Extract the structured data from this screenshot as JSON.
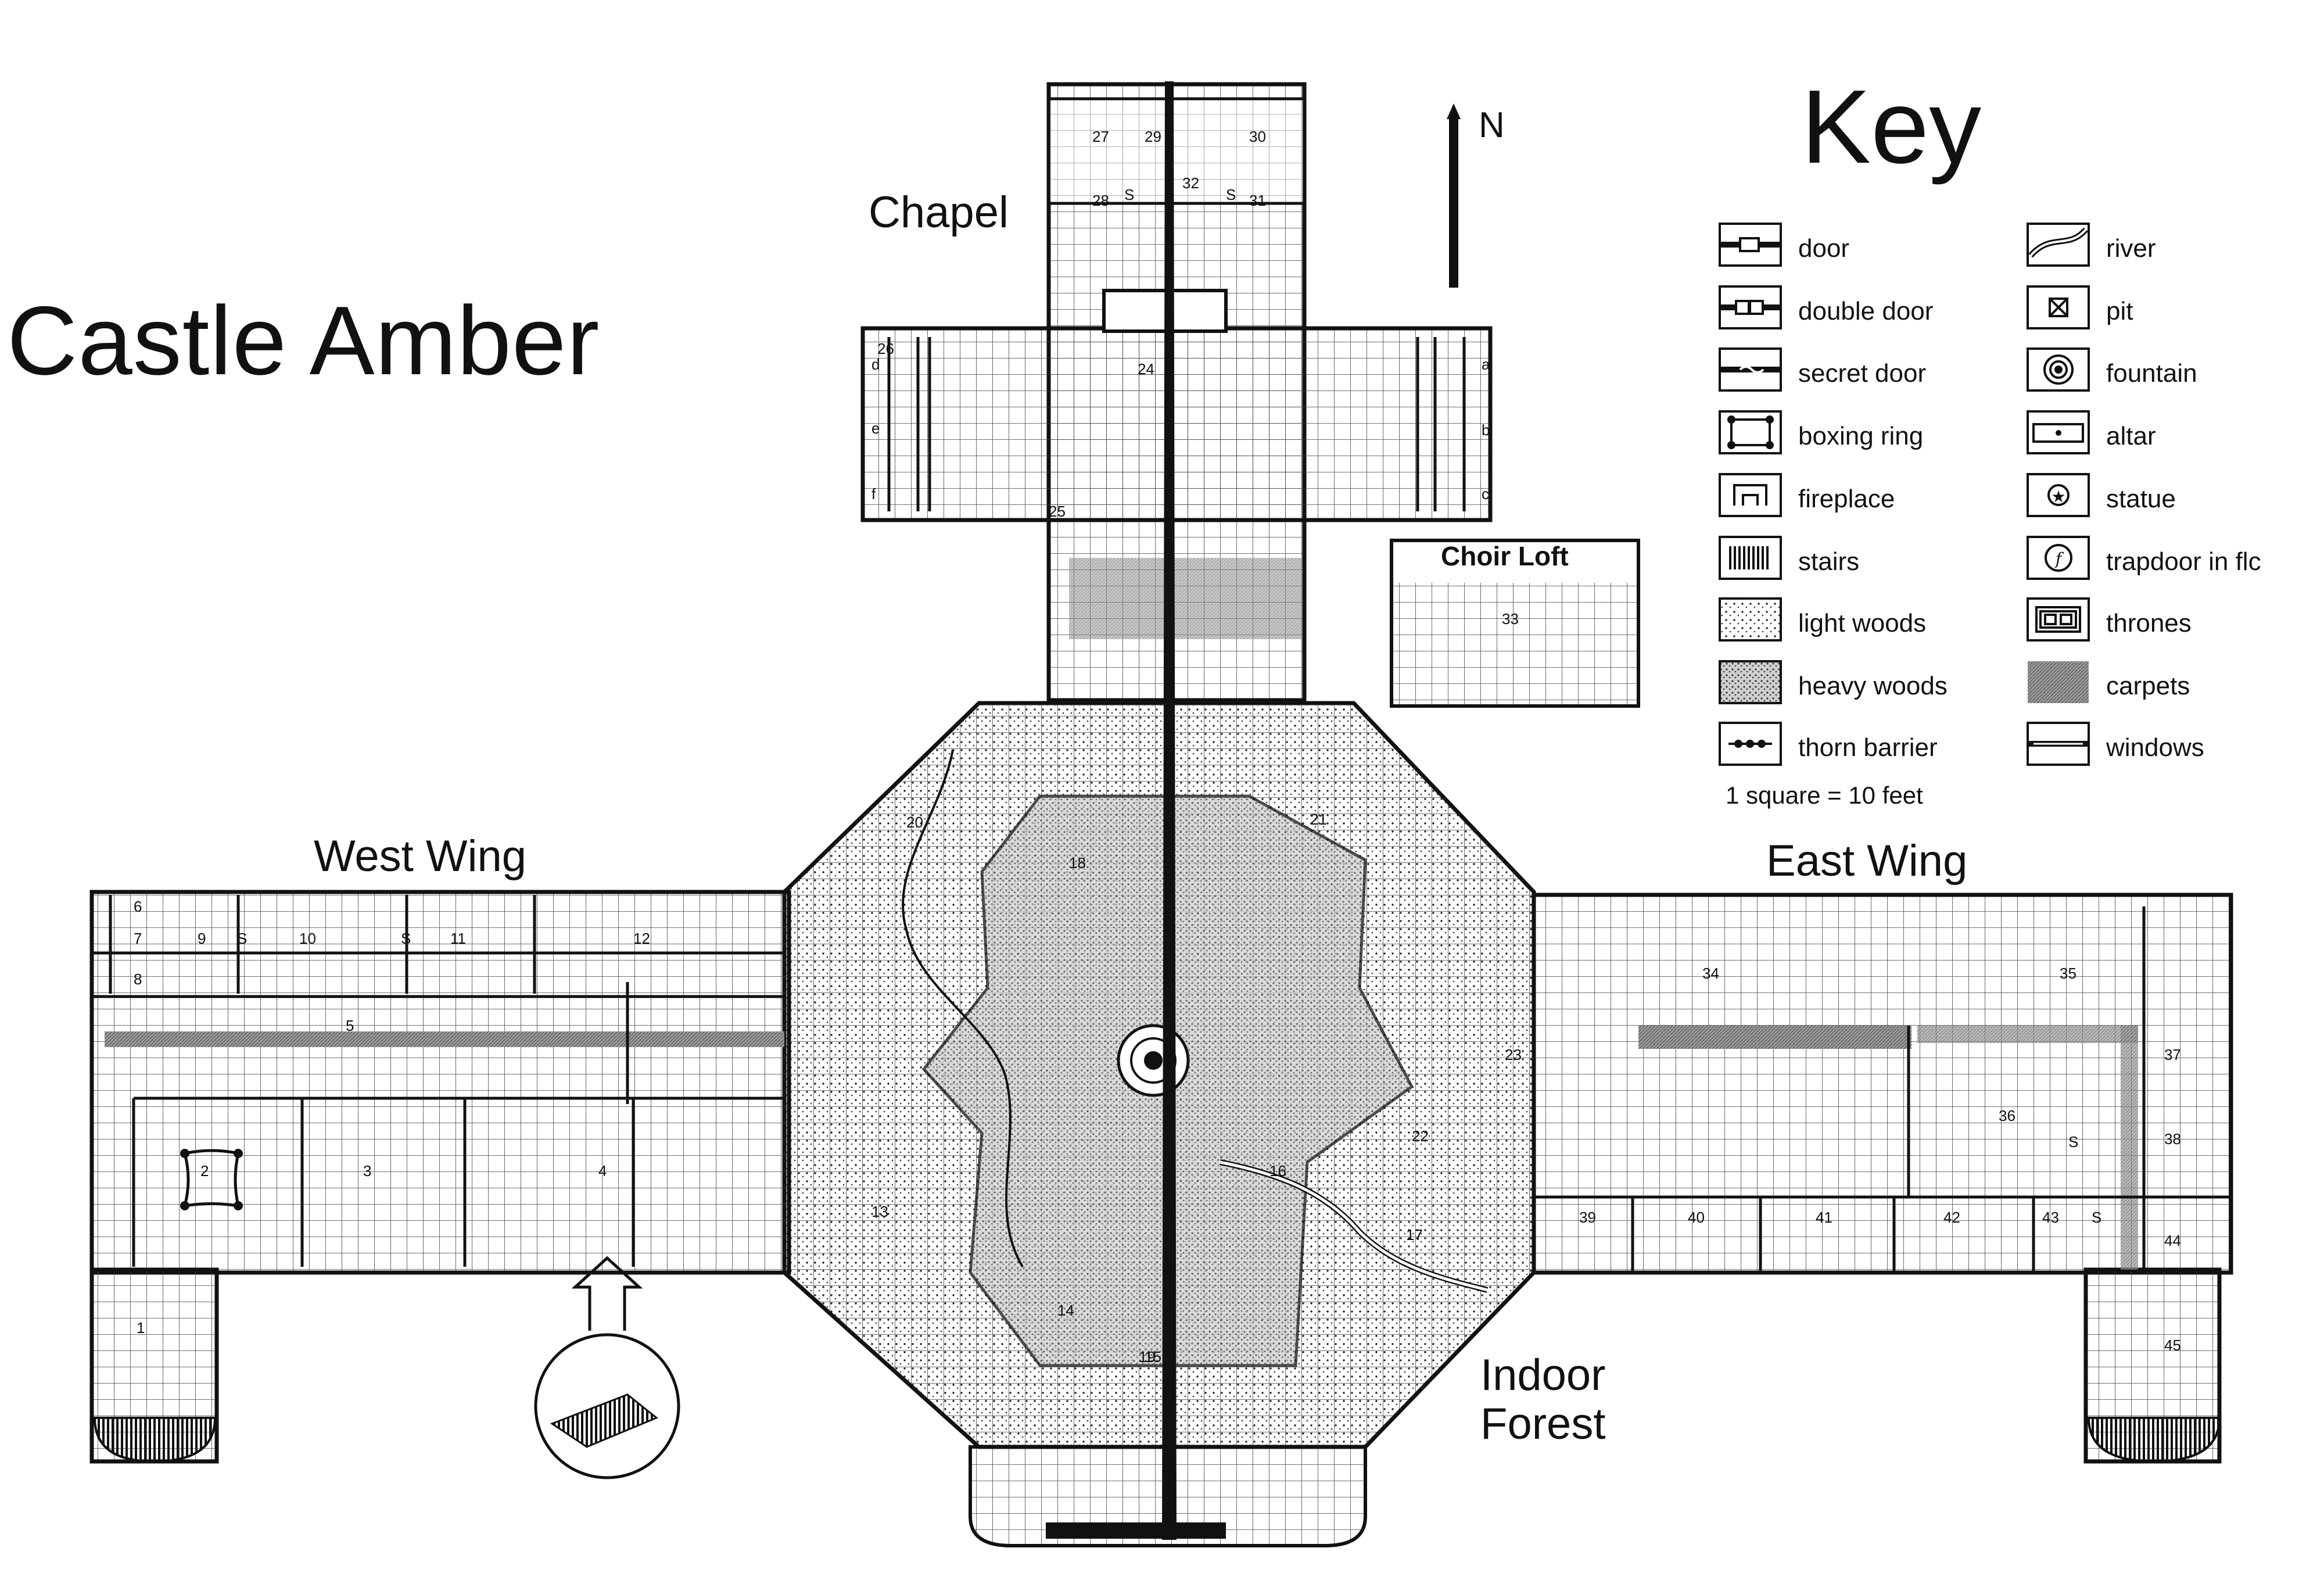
{
  "map": {
    "title": "Castle Amber",
    "north_label": "N",
    "regions": {
      "chapel": "Chapel",
      "west_wing": "West Wing",
      "east_wing": "East Wing",
      "indoor_forest_line1": "Indoor",
      "indoor_forest_line2": "Forest",
      "choir_loft": "Choir Loft"
    },
    "room_numbers": [
      "1",
      "2",
      "3",
      "4",
      "5",
      "6",
      "7",
      "8",
      "9",
      "10",
      "11",
      "12",
      "13",
      "14",
      "15",
      "16",
      "17",
      "18",
      "19",
      "20",
      "21",
      "22",
      "23",
      "24",
      "25",
      "26",
      "27",
      "28",
      "29",
      "30",
      "31",
      "32",
      "33",
      "34",
      "35",
      "36",
      "37",
      "38",
      "39",
      "40",
      "41",
      "42",
      "43",
      "44",
      "45"
    ],
    "side_letters": [
      "a",
      "b",
      "c",
      "d",
      "e",
      "f"
    ],
    "secret_marker": "S"
  },
  "key": {
    "title": "Key",
    "scale": "1 square = 10 feet",
    "left_column": [
      {
        "icon": "door-icon",
        "label": "door"
      },
      {
        "icon": "double-door-icon",
        "label": "double door"
      },
      {
        "icon": "secret-door-icon",
        "label": "secret door"
      },
      {
        "icon": "boxing-ring-icon",
        "label": "boxing ring"
      },
      {
        "icon": "fireplace-icon",
        "label": "fireplace"
      },
      {
        "icon": "stairs-icon",
        "label": "stairs"
      },
      {
        "icon": "light-woods-icon",
        "label": "light woods"
      },
      {
        "icon": "heavy-woods-icon",
        "label": "heavy woods"
      },
      {
        "icon": "thorn-barrier-icon",
        "label": "thorn barrier"
      }
    ],
    "right_column": [
      {
        "icon": "river-icon",
        "label": "river"
      },
      {
        "icon": "pit-icon",
        "label": "pit"
      },
      {
        "icon": "fountain-icon",
        "label": "fountain"
      },
      {
        "icon": "altar-icon",
        "label": "altar"
      },
      {
        "icon": "statue-icon",
        "label": "statue"
      },
      {
        "icon": "trapdoor-icon",
        "label": "trapdoor in flc"
      },
      {
        "icon": "thrones-icon",
        "label": "thrones"
      },
      {
        "icon": "carpets-icon",
        "label": "carpets"
      },
      {
        "icon": "windows-icon",
        "label": "windows"
      }
    ]
  }
}
